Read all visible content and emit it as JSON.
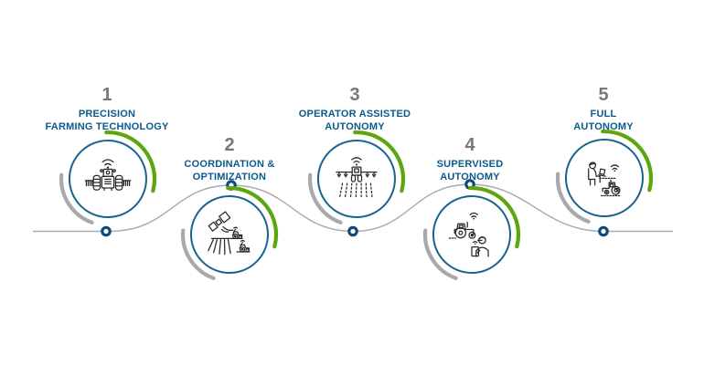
{
  "stages": [
    {
      "number": "1",
      "label": "PRECISION\nFARMING TECHNOLOGY",
      "icon": "tractor-front-implements-wifi-icon"
    },
    {
      "number": "2",
      "label": "COORDINATION &\nOPTIMIZATION",
      "icon": "satellite-field-tractors-icon"
    },
    {
      "number": "3",
      "label": "OPERATOR ASSISTED\nAUTONOMY",
      "icon": "sprayer-wifi-crop-rows-icon"
    },
    {
      "number": "4",
      "label": "SUPERVISED\nAUTONOMY",
      "icon": "tractor-operator-tablet-icon"
    },
    {
      "number": "5",
      "label": "FULL\nAUTONOMY",
      "icon": "remote-operator-laptop-tractor-icon"
    }
  ],
  "colors": {
    "label_blue": "#0b5a8c",
    "number_gray": "#77787b",
    "circle_blue": "#17648e",
    "node_navy": "#10497c",
    "accent_green": "#5da60f",
    "arc_gray": "#a7a9ac",
    "line_gray": "#a7a9ac",
    "icon_ink": "#26292b",
    "background": "#ffffff"
  }
}
